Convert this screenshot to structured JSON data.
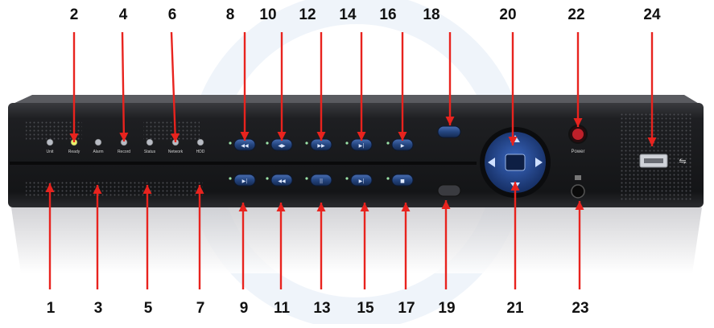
{
  "diagram": {
    "top_labels": [
      "2",
      "4",
      "6",
      "8",
      "10",
      "12",
      "14",
      "16",
      "18",
      "20",
      "22",
      "24"
    ],
    "bottom_labels": [
      "1",
      "3",
      "5",
      "7",
      "9",
      "11",
      "13",
      "15",
      "17",
      "19",
      "21",
      "23"
    ],
    "led_labels": [
      "Unit",
      "Ready",
      "Alarm",
      "Record",
      "Status",
      "Network",
      "HDD"
    ],
    "power_label": "Power",
    "colors": {
      "arrow": "#e8231e",
      "device_body": "#1c1d20",
      "button_blue": "#2a4d8f",
      "label_text": "#111111"
    },
    "icons": [
      "led-icon",
      "rewind-icon",
      "play-icon",
      "fast-forward-icon",
      "nav-pad-icon",
      "power-icon",
      "usb-icon",
      "ir-receiver-icon"
    ]
  }
}
